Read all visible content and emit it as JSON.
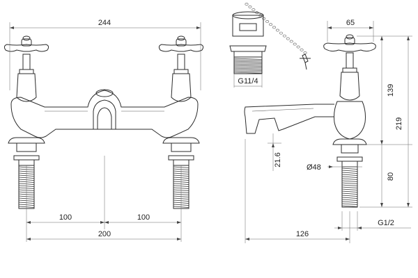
{
  "dimensions": {
    "overall_width": "244",
    "left_spacing": "100",
    "right_spacing": "100",
    "centres": "200",
    "waste_thread": "G11/4",
    "head_depth": "65",
    "height_upper": "139",
    "height_total": "219",
    "spout_height": "21.6",
    "body_dia": "Ø48",
    "shank_length": "80",
    "shank_thread": "G1/2",
    "projection": "126"
  }
}
